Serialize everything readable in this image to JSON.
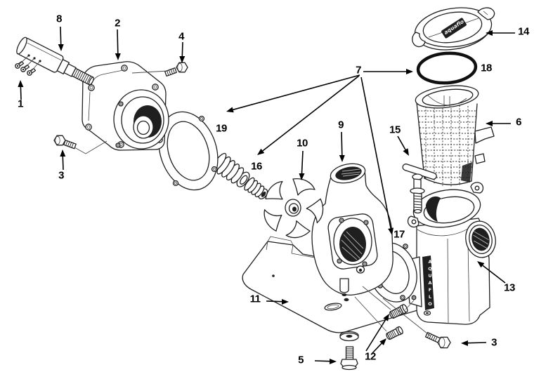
{
  "colors": {
    "background": "#ffffff",
    "ink": "#1f1f1f",
    "label": "#000000"
  },
  "labels": {
    "1": "1",
    "2": "2",
    "3": "3",
    "4": "4",
    "5": "5",
    "6": "6",
    "7": "7",
    "8": "8",
    "9": "9",
    "10": "10",
    "11": "11",
    "12": "12",
    "13": "13",
    "14": "14",
    "15": "15",
    "16": "16",
    "17": "17",
    "18": "18",
    "19": "19"
  },
  "markings": {
    "housing_vertical_text": "AQUAFLO",
    "lid_logo_text": "aquaflo"
  }
}
